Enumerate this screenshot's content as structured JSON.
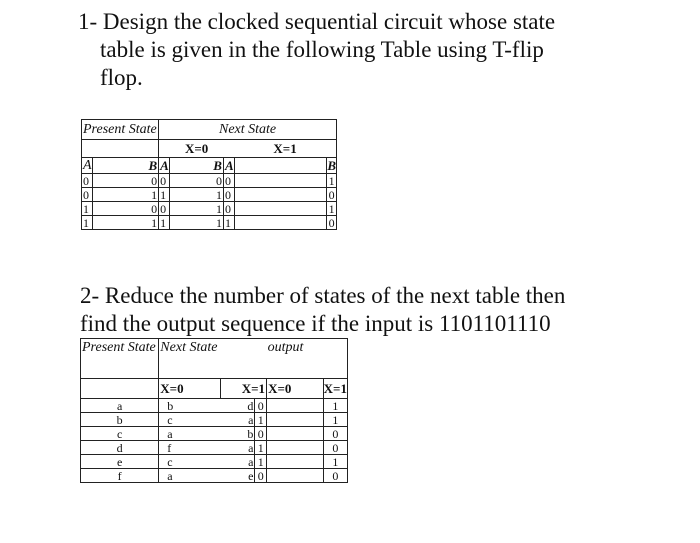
{
  "q1": {
    "line1": "1- Design the clocked sequential circuit whose state",
    "line2": "table is given in the following Table using T-flip",
    "line3": "flop."
  },
  "t1": {
    "header_present": "Present State",
    "header_next": "Next State",
    "x0": "X=0",
    "x1": "X=1",
    "colA": "A",
    "colB": "B",
    "rows": [
      {
        "A": "0",
        "B": "0",
        "A0": "0",
        "B0": "0",
        "A1": "0",
        "B1": "1"
      },
      {
        "A": "0",
        "B": "1",
        "A0": "1",
        "B0": "1",
        "A1": "0",
        "B1": "0"
      },
      {
        "A": "1",
        "B": "0",
        "A0": "0",
        "B0": "1",
        "A1": "0",
        "B1": "1"
      },
      {
        "A": "1",
        "B": "1",
        "A0": "1",
        "B0": "1",
        "A1": "1",
        "B1": "0"
      }
    ]
  },
  "q2": {
    "line1": "2- Reduce the number of states of the next table then",
    "line2": "find the output sequence if the input is 1101101110"
  },
  "t2": {
    "header_present": "Present State",
    "header_next": "Next State",
    "header_output": "output",
    "x0": "X=0",
    "x1": "X=1",
    "rows": [
      {
        "ps": "a",
        "n0": "b",
        "n1": "d",
        "o0": "0",
        "o1": "1"
      },
      {
        "ps": "b",
        "n0": "c",
        "n1": "a",
        "o0": "1",
        "o1": "1"
      },
      {
        "ps": "c",
        "n0": "a",
        "n1": "b",
        "o0": "0",
        "o1": "0"
      },
      {
        "ps": "d",
        "n0": "f",
        "n1": "a",
        "o0": "1",
        "o1": "0"
      },
      {
        "ps": "e",
        "n0": "c",
        "n1": "a",
        "o0": "1",
        "o1": "1"
      },
      {
        "ps": "f",
        "n0": "a",
        "n1": "e",
        "o0": "0",
        "o1": "0"
      }
    ]
  }
}
